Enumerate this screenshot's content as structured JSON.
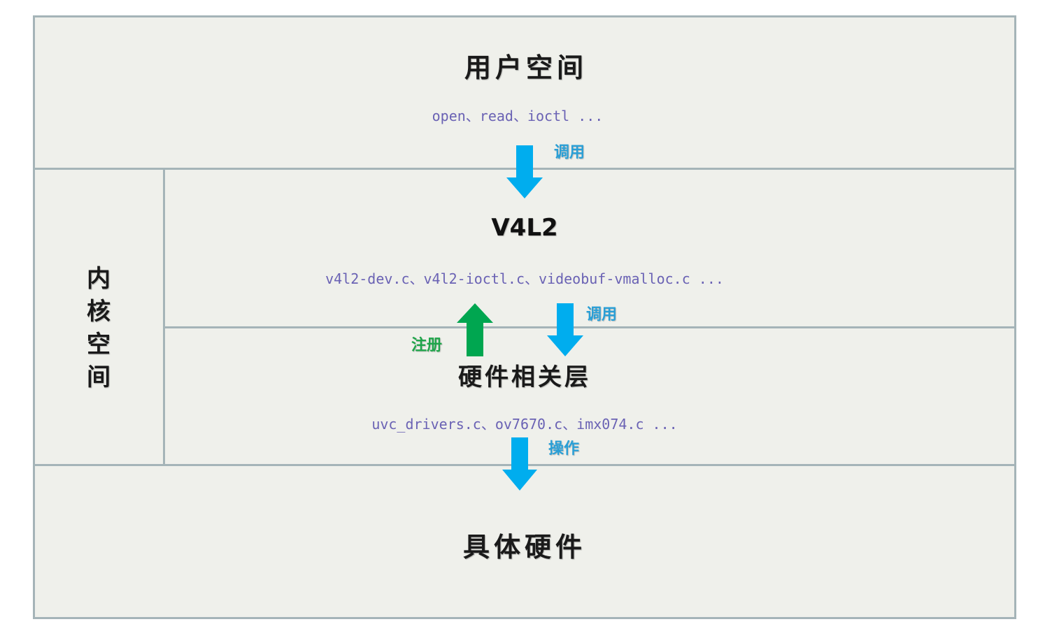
{
  "colors": {
    "background": "#eff0eb",
    "border": "#a5b4b8",
    "code_text": "#6a62b4",
    "call_arrow": "#00adee",
    "register_arrow": "#00a650"
  },
  "user_space": {
    "title": "用户空间",
    "functions": "open、read、ioctl ..."
  },
  "kernel_space": {
    "label": "内核空间"
  },
  "v4l2": {
    "title": "V4L2",
    "files": "v4l2-dev.c、v4l2-ioctl.c、videobuf-vmalloc.c ..."
  },
  "hardware_layer": {
    "title": "硬件相关层",
    "files": "uvc_drivers.c、ov7670.c、imx074.c ..."
  },
  "hardware": {
    "title": "具体硬件"
  },
  "arrows": {
    "call_user_to_v4l2": "调用",
    "call_v4l2_to_hw_layer": "调用",
    "register": "注册",
    "operate": "操作"
  }
}
